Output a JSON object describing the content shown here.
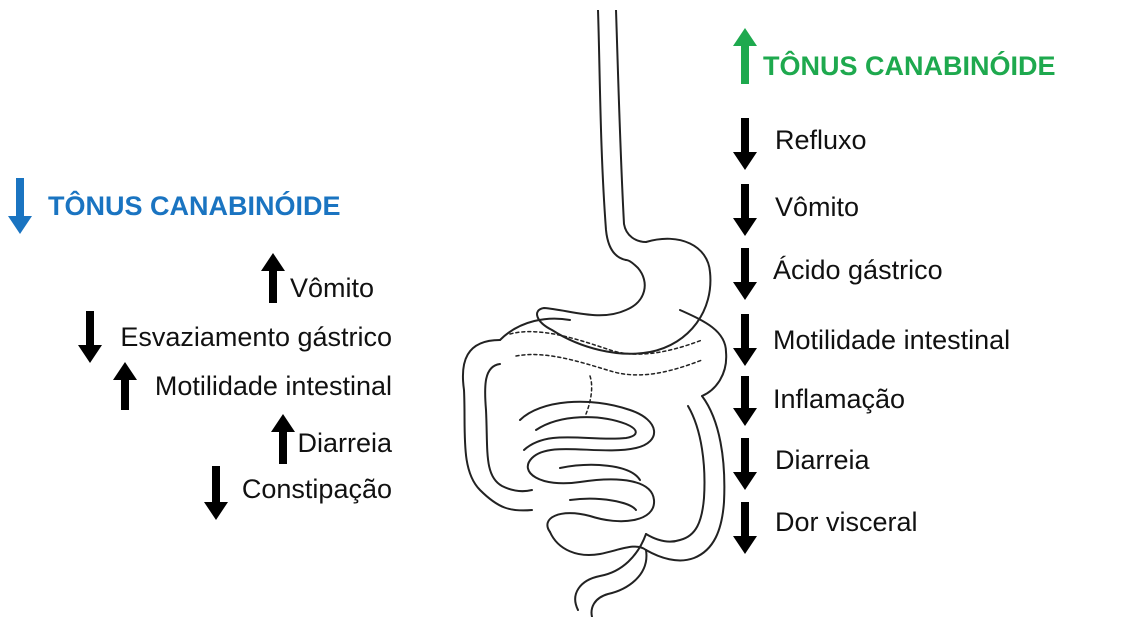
{
  "colors": {
    "decrease_heading": "#1a74c1",
    "increase_heading": "#1ea94e",
    "arrow": "#000000"
  },
  "left_panel": {
    "heading": {
      "arrow": "down",
      "text": "TÔNUS CANABINÓIDE"
    },
    "effects": [
      {
        "arrow": "up",
        "label": "Vômito"
      },
      {
        "arrow": "down",
        "label": "Esvaziamento gástrico"
      },
      {
        "arrow": "up",
        "label": "Motilidade intestinal"
      },
      {
        "arrow": "up",
        "label": "Diarreia"
      },
      {
        "arrow": "down",
        "label": "Constipação"
      }
    ]
  },
  "right_panel": {
    "heading": {
      "arrow": "up",
      "text": "TÔNUS CANABINÓIDE"
    },
    "effects": [
      {
        "arrow": "down",
        "label": "Refluxo"
      },
      {
        "arrow": "down",
        "label": "Vômito"
      },
      {
        "arrow": "down",
        "label": "Ácido gástrico"
      },
      {
        "arrow": "down",
        "label": "Motilidade intestinal"
      },
      {
        "arrow": "down",
        "label": "Inflamação"
      },
      {
        "arrow": "down",
        "label": "Diarreia"
      },
      {
        "arrow": "down",
        "label": "Dor visceral"
      }
    ]
  },
  "illustration": {
    "icon": "digestive-tract-illustration"
  }
}
